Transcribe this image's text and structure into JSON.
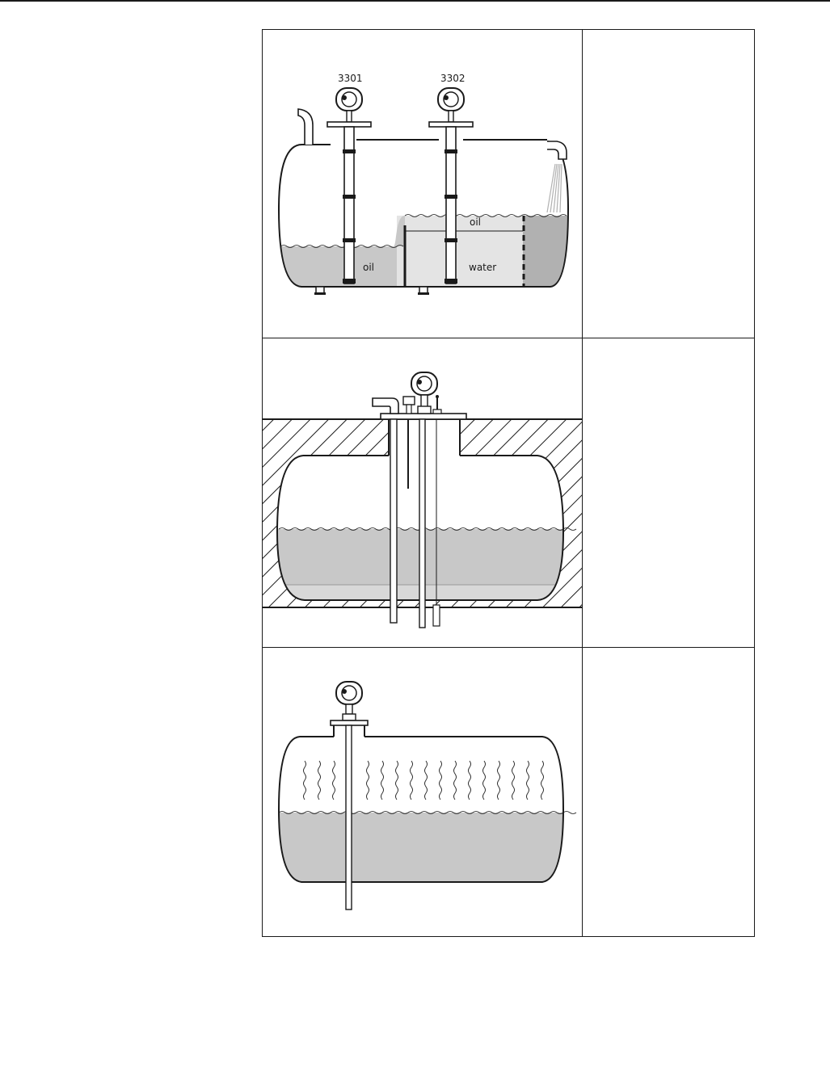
{
  "figures": [
    {
      "labels": {
        "gauge_left": "3301",
        "gauge_right": "3302",
        "oil_upper": "oil",
        "oil_lower": "oil",
        "water": "water"
      }
    },
    {},
    {}
  ],
  "colors": {
    "liquid": "#c8c8c8",
    "liquid_dark": "#b1b1b1",
    "liquid_light": "#e4e4e4",
    "line": "#1a1a1a"
  }
}
